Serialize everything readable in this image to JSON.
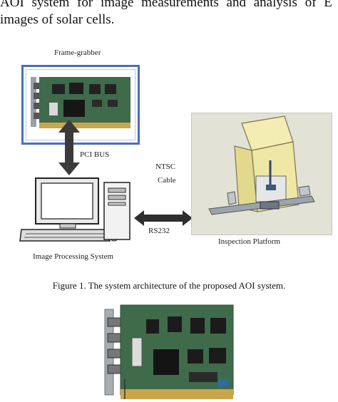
{
  "intro": {
    "line1": "AOI system for image measurements and analysis of E",
    "line2": "images of solar cells."
  },
  "diagram": {
    "frame_grabber_label": "Frame-grabber",
    "pci_bus_label": "PCI BUS",
    "ntsc_label": "NTSC",
    "cable_label": "Cable",
    "rs232_label": "RS232",
    "image_processing_label": "Image Processing System",
    "inspection_platform_label": "Inspection Platform"
  },
  "figure1_caption": "Figure 1. The system architecture of the proposed AOI system.",
  "colors": {
    "frame_border": "#4a6fb5",
    "pcb_green": "#3f6b4a",
    "platform_bg": "#e2e2d6",
    "housing_yellow": "#efe7a6"
  }
}
